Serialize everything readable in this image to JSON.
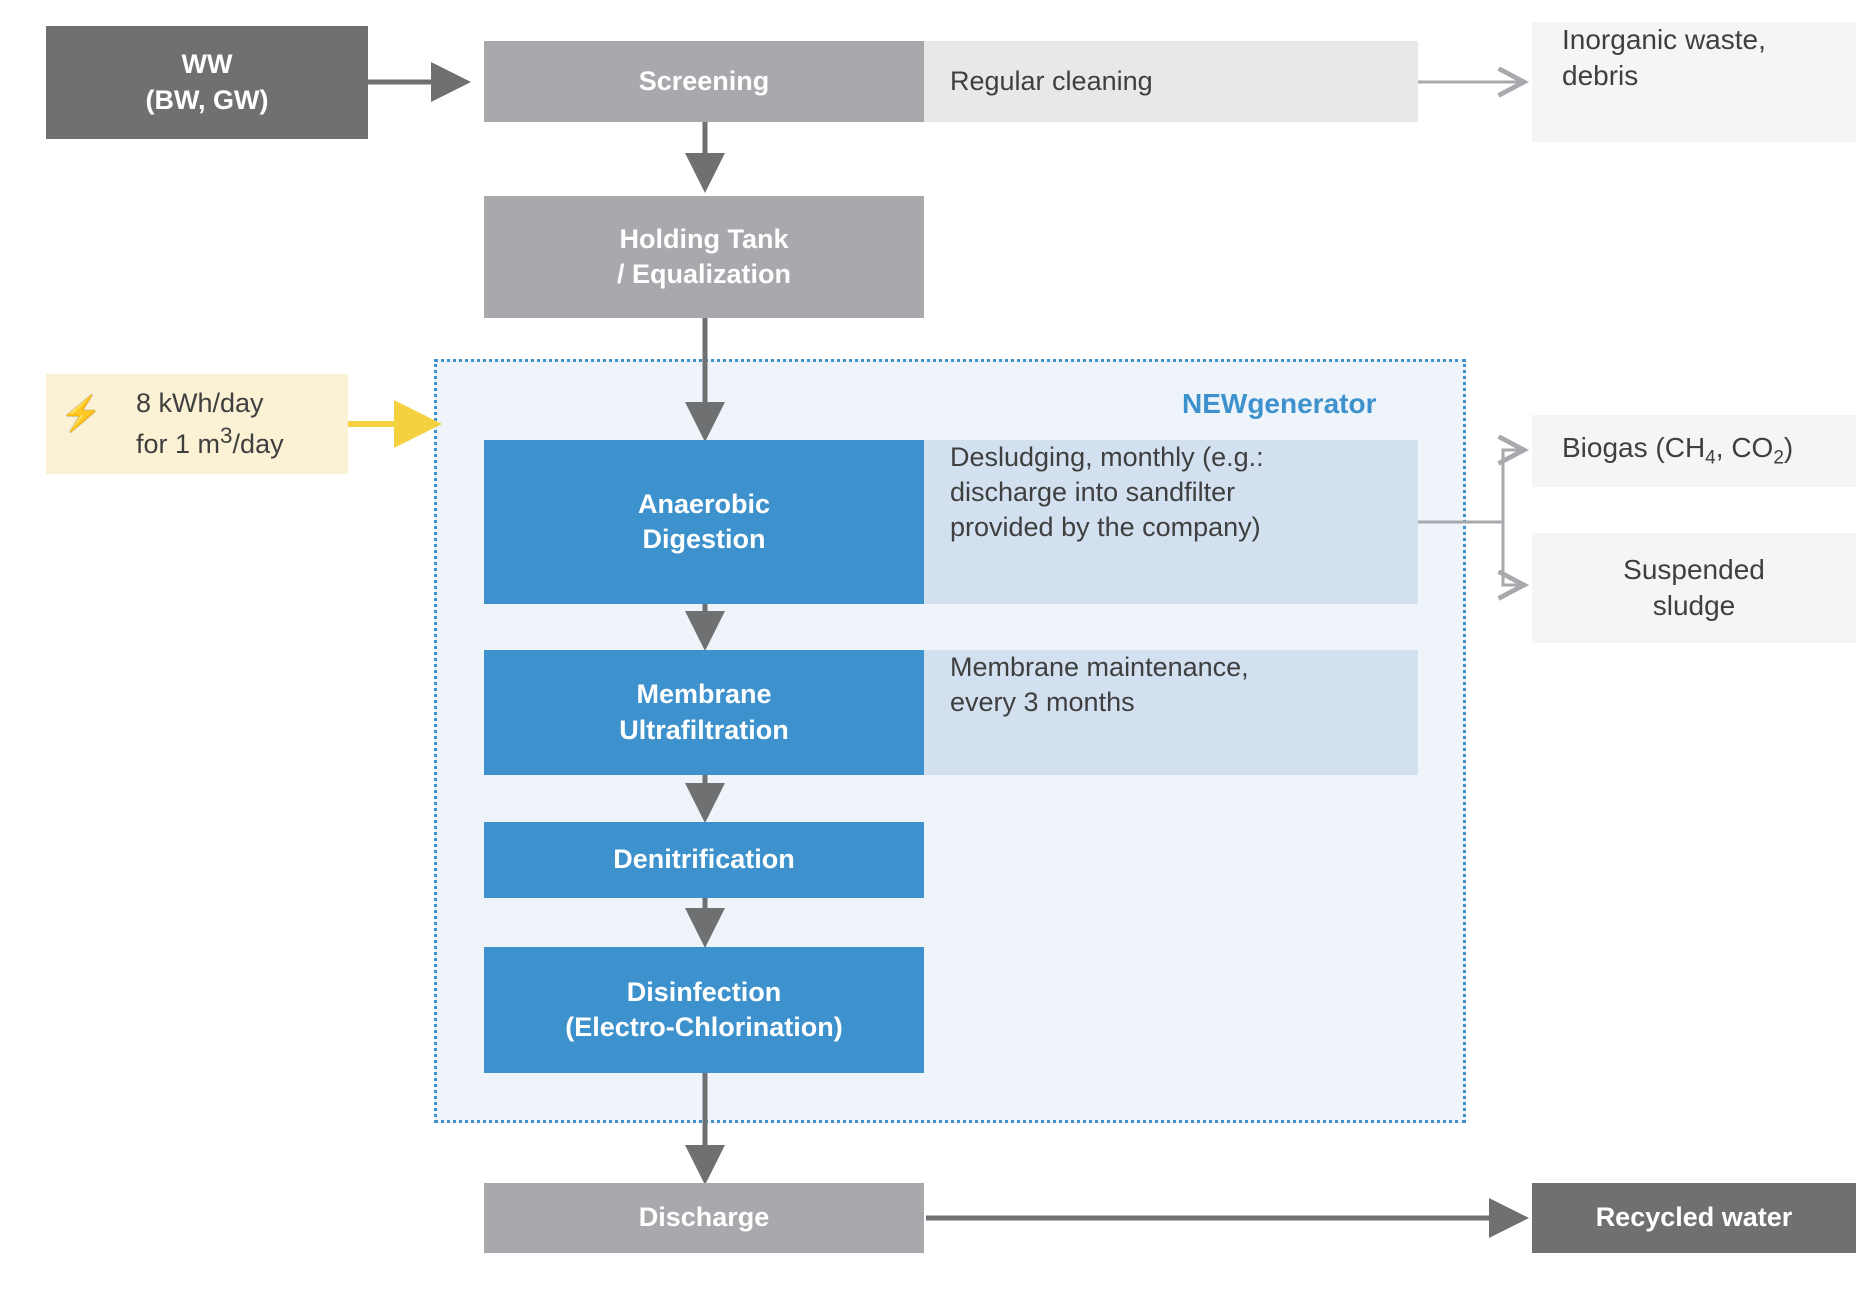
{
  "diagram": {
    "title": "NEWgenerator wastewater treatment process flow",
    "container_label": "NEWgenerator",
    "colors": {
      "dark_gray": "#6e7072",
      "mid_gray": "#a8a9ad",
      "blue": "#3d92cd",
      "note_gray": "#e8e8e8",
      "note_blue": "#d2e0ef",
      "output_gray": "#f5f5f5",
      "energy_yellow": "#fbf2d5",
      "accent_yellow": "#f5d13f",
      "arrow_gray": "#6e7072",
      "arrow_light_gray": "#a8a9ad"
    }
  },
  "nodes": {
    "influent": {
      "line1": "WW",
      "line2": "(BW, GW)"
    },
    "screening": {
      "label": "Screening",
      "note": "Regular cleaning"
    },
    "holding_tank": {
      "line1": "Holding Tank",
      "line2": "/ Equalization"
    },
    "anaerobic_digestion": {
      "line1": "Anaerobic",
      "line2": "Digestion",
      "note_line1": "Desludging, monthly (e.g.:",
      "note_line2": "discharge into sandfilter",
      "note_line3": "provided by the company)"
    },
    "membrane_ultrafiltration": {
      "line1": "Membrane",
      "line2": "Ultrafiltration",
      "note_line1": "Membrane maintenance,",
      "note_line2": "every 3 months"
    },
    "denitrification": {
      "label": "Denitrification"
    },
    "disinfection": {
      "line1": "Disinfection",
      "line2": "(Electro-Chlorination)"
    },
    "discharge": {
      "label": "Discharge"
    }
  },
  "outputs": {
    "inorganic_waste": {
      "line1": "Inorganic waste,",
      "line2": "debris"
    },
    "biogas": {
      "prefix": "Biogas (CH",
      "sub1": "4",
      "mid": ", CO",
      "sub2": "2",
      "suffix": ")"
    },
    "suspended_sludge": {
      "line1": "Suspended",
      "line2": "sludge"
    },
    "recycled_water": {
      "label": "Recycled water"
    }
  },
  "energy": {
    "icon": "high-voltage-bolt",
    "glyph": "⚡",
    "line1": "8 kWh/day",
    "line2_prefix": "for 1 m",
    "line2_sup": "3",
    "line2_suffix": "/day"
  }
}
